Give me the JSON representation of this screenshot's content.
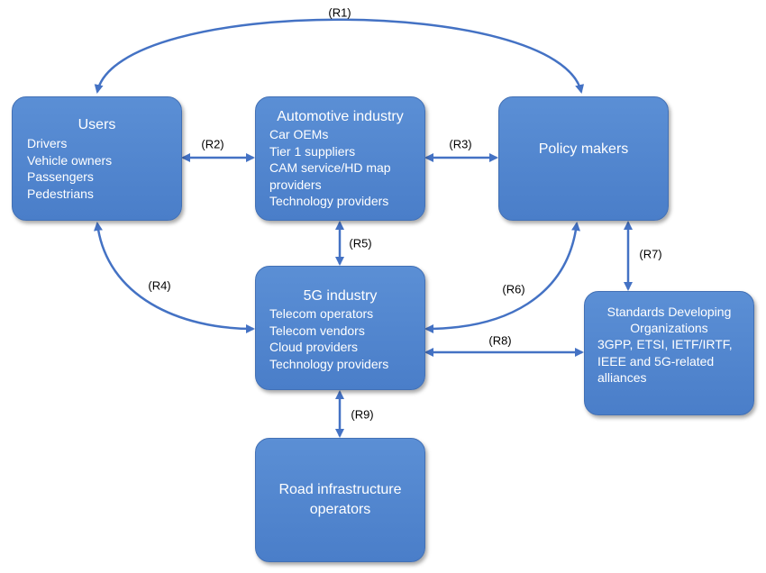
{
  "nodes": {
    "users": {
      "title": "Users",
      "items": [
        "Drivers",
        "Vehicle owners",
        "Passengers",
        "Pedestrians"
      ]
    },
    "automotive": {
      "title": "Automotive industry",
      "items": [
        "Car OEMs",
        "Tier 1 suppliers",
        "CAM service/HD map",
        "providers",
        "Technology providers"
      ]
    },
    "policy": {
      "title": "Policy makers"
    },
    "fiveg": {
      "title": "5G industry",
      "items": [
        "Telecom operators",
        "Telecom vendors",
        "Cloud providers",
        "Technology providers"
      ]
    },
    "sdo": {
      "title_lines": [
        "Standards Developing",
        "Organizations"
      ],
      "items": [
        "3GPP, ETSI, IETF/IRTF,",
        "IEEE and 5G-related",
        "alliances"
      ]
    },
    "road": {
      "title_lines": [
        "Road infrastructure",
        "operators"
      ]
    }
  },
  "relations": [
    {
      "id": "R1",
      "label": "(R1)",
      "from": "Users",
      "to": "Policy makers"
    },
    {
      "id": "R2",
      "label": "(R2)",
      "from": "Users",
      "to": "Automotive industry"
    },
    {
      "id": "R3",
      "label": "(R3)",
      "from": "Automotive industry",
      "to": "Policy makers"
    },
    {
      "id": "R4",
      "label": "(R4)",
      "from": "Users",
      "to": "5G industry"
    },
    {
      "id": "R5",
      "label": "(R5)",
      "from": "Automotive industry",
      "to": "5G industry"
    },
    {
      "id": "R6",
      "label": "(R6)",
      "from": "Policy makers",
      "to": "5G industry"
    },
    {
      "id": "R7",
      "label": "(R7)",
      "from": "Policy makers",
      "to": "Standards Developing Organizations"
    },
    {
      "id": "R8",
      "label": "(R8)",
      "from": "5G industry",
      "to": "Standards Developing Organizations"
    },
    {
      "id": "R9",
      "label": "(R9)",
      "from": "5G industry",
      "to": "Road infrastructure operators"
    }
  ],
  "colors": {
    "node_fill": "#4f83cc",
    "edge": "#4472c4",
    "text": "#ffffff",
    "label": "#000000"
  }
}
